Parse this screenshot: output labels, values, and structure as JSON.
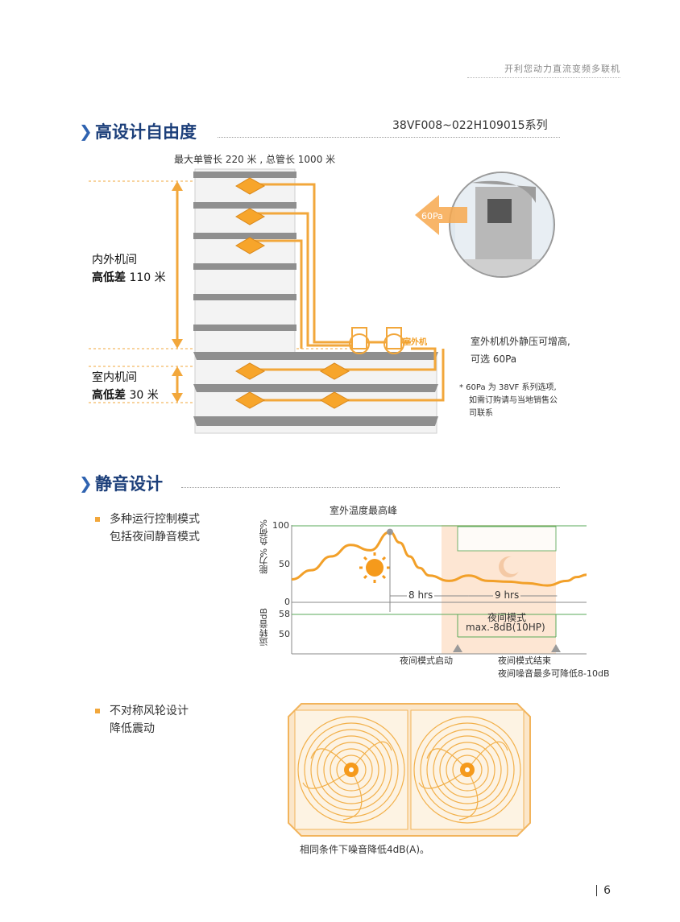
{
  "header": {
    "title": "开利您动力直流变频多联机"
  },
  "section1": {
    "title": "高设计自由度",
    "series": "38VF008~022H109015系列",
    "pipe_length": "最大单管长 220 米 , 总管长 1000 米",
    "height_diff_outdoor": {
      "line1": "内外机间",
      "line2_bold": "高低差",
      "line2_value": " 110 米"
    },
    "height_diff_indoor": {
      "line1": "室内机间",
      "line2_bold": "高低差",
      "line2_value": " 30 米"
    },
    "outdoor_unit_label": "室外机",
    "static_pressure_badge": "60Pa",
    "static_pressure_text": {
      "line1": "室外机机外静压可增高,",
      "line2": "可选 60Pa"
    },
    "footnote": {
      "line1": "* 60Pa 为 38VF 系列选项,",
      "line2": "如需订购请与当地销售公",
      "line3": "司联系"
    }
  },
  "section2": {
    "title": "静音设计",
    "bullet1": {
      "line1": "多种运行控制模式",
      "line2": "包括夜间静音模式"
    },
    "chart_data": {
      "type": "line",
      "title": "室外温度最高峰",
      "ylabel_top": "能力% 负荷%",
      "ylabel_bottom": "运转音dB",
      "y_ticks_top": [
        "100",
        "50",
        "0"
      ],
      "y_ticks_bottom": [
        "58",
        "50"
      ],
      "load_curve": {
        "x": [
          0,
          2,
          4,
          6,
          8,
          10,
          11,
          12,
          13,
          14,
          16,
          18,
          20,
          22,
          24,
          26,
          28,
          29,
          30
        ],
        "y": [
          30,
          42,
          60,
          75,
          68,
          92,
          78,
          60,
          45,
          35,
          28,
          35,
          28,
          27,
          25,
          22,
          28,
          33,
          36
        ]
      },
      "peak": {
        "x": 10,
        "y": 92
      },
      "intervals": [
        {
          "label": "8 hrs",
          "from": 10,
          "to": 18
        },
        {
          "label": "9 hrs",
          "from": 18,
          "to": 27
        }
      ],
      "night_mode": {
        "label": "夜间模式",
        "sub": "max.-8dB(10HP)",
        "start_label": "夜间模式启动",
        "end_label": "夜间模式结束",
        "end_note": "夜间噪音最多可降低8-10dB"
      },
      "colors": {
        "curve": "#f2a029",
        "green": "#5aa95a",
        "night_band": "#fde6d3"
      }
    },
    "bullet2": {
      "line1": "不对称风轮设计",
      "line2": "降低震动"
    },
    "fan_caption": "相同条件下噪音降低4dB(A)。"
  },
  "page": {
    "number": "6"
  }
}
